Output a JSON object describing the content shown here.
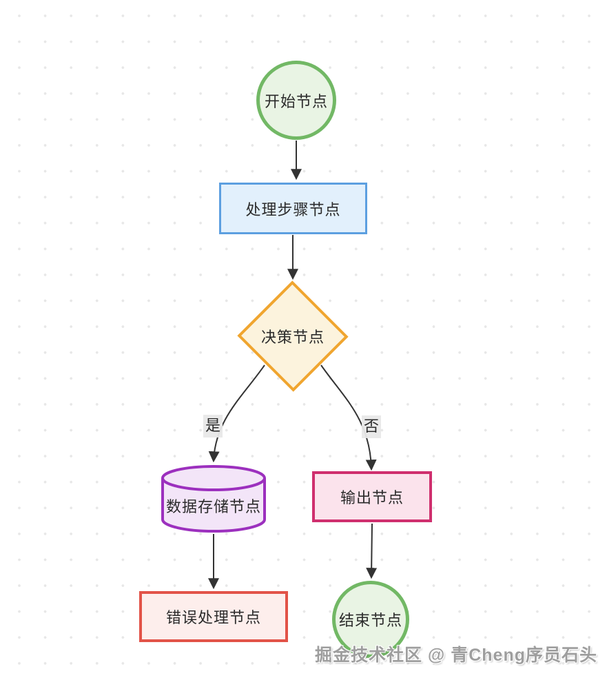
{
  "diagram": {
    "type": "flowchart",
    "background": {
      "color": "#ffffff",
      "dot_color": "#e7e7e7"
    },
    "nodes": {
      "start": {
        "label": "开始节点",
        "shape": "circle",
        "fill": "#e9f4e4",
        "stroke": "#72b865"
      },
      "process": {
        "label": "处理步骤节点",
        "shape": "rectangle",
        "fill": "#e2f0fc",
        "stroke": "#5c9fe0"
      },
      "decision": {
        "label": "决策节点",
        "shape": "diamond",
        "fill": "#fcf3dd",
        "stroke": "#f0a52f"
      },
      "database": {
        "label": "数据存储节点",
        "shape": "cylinder",
        "fill": "#f3e5f8",
        "stroke": "#9c30be"
      },
      "output": {
        "label": "输出节点",
        "shape": "rectangle",
        "fill": "#fbe3ec",
        "stroke": "#cf2f6e"
      },
      "error": {
        "label": "错误处理节点",
        "shape": "rectangle",
        "fill": "#fdeeec",
        "stroke": "#e25348"
      },
      "end": {
        "label": "结束节点",
        "shape": "circle",
        "fill": "#e9f4e4",
        "stroke": "#72b865"
      }
    },
    "edges": {
      "line_color": "#333333",
      "yes_label": "是",
      "no_label": "否",
      "connections": [
        {
          "from": "start",
          "to": "process"
        },
        {
          "from": "process",
          "to": "decision"
        },
        {
          "from": "decision",
          "to": "database",
          "label": "是"
        },
        {
          "from": "decision",
          "to": "output",
          "label": "否"
        },
        {
          "from": "database",
          "to": "error"
        },
        {
          "from": "output",
          "to": "end"
        }
      ]
    }
  },
  "watermark": {
    "text": "掘金技术社区 @ 青Cheng序员石头"
  }
}
